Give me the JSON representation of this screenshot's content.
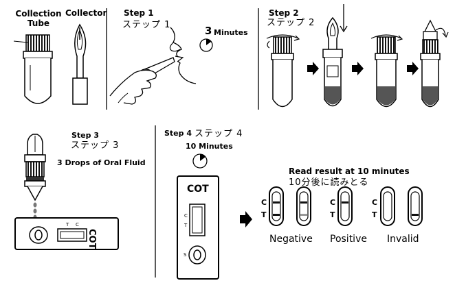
{
  "top_labels": {
    "collection_tube": "Collection\nTube",
    "collector": "Collector"
  },
  "step1": {
    "title": "Step 1",
    "jp": "ステップ 1",
    "timer_num": "3",
    "timer_unit": "Minutes"
  },
  "step2": {
    "title": "Step 2",
    "jp": "ステップ 2"
  },
  "step3": {
    "title": "Step 3",
    "jp": "ステップ 3",
    "note": "3 Drops of  Oral Fluid"
  },
  "step4": {
    "title": "Step 4",
    "jp": "ステップ 4",
    "timer": "10 Minutes"
  },
  "cassette_step3": {
    "drug": "COT",
    "mark_t": "T",
    "mark_c": "C"
  },
  "cassette_step4": {
    "drug": "COT",
    "mark_c": "C",
    "mark_t": "T",
    "mark_s": "S"
  },
  "result": {
    "title": "Read result at 10 minutes",
    "jp": "10分後に読みとる",
    "c_label": "C",
    "t_label": "T",
    "negative": "Negative",
    "positive": "Positive",
    "invalid": "Invalid"
  }
}
